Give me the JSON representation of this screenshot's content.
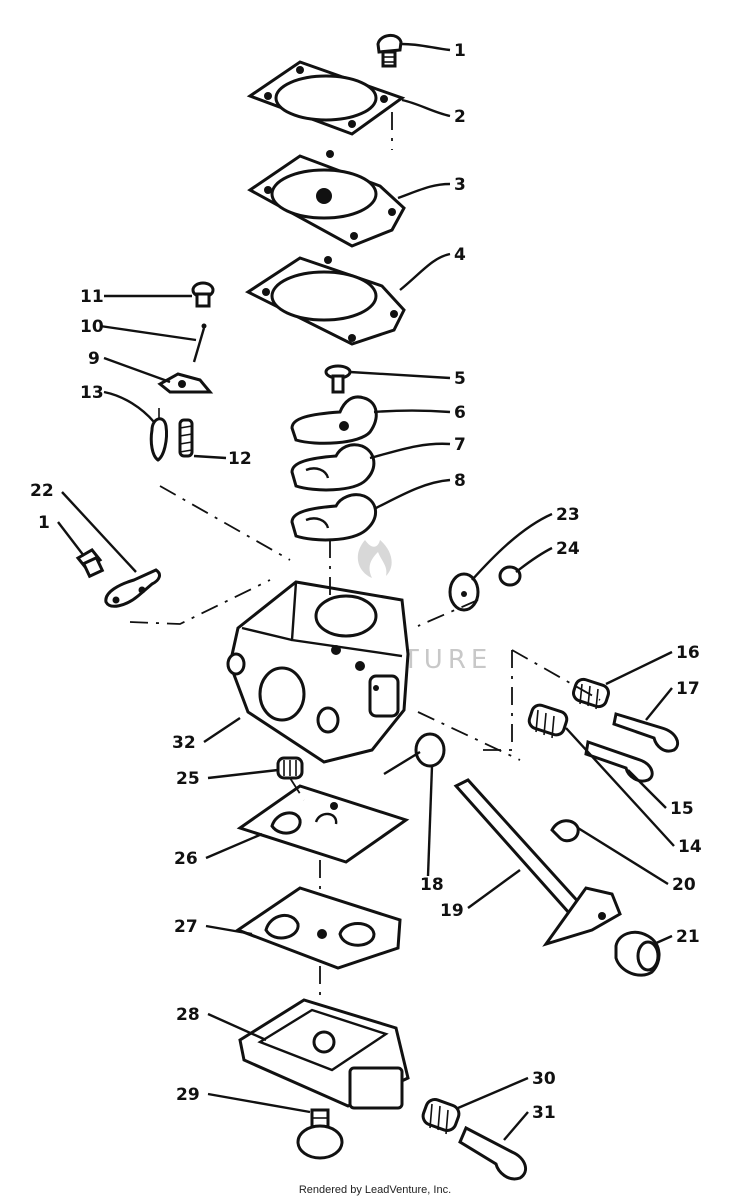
{
  "diagram": {
    "callouts": [
      "1",
      "2",
      "3",
      "4",
      "5",
      "6",
      "7",
      "8",
      "9",
      "10",
      "11",
      "12",
      "13",
      "22",
      "1",
      "23",
      "24",
      "16",
      "17",
      "15",
      "14",
      "20",
      "21",
      "32",
      "25",
      "18",
      "19",
      "26",
      "27",
      "28",
      "29",
      "30",
      "31"
    ],
    "watermark": "LEADVENTURE",
    "footer": "Rendered by LeadVenture, Inc."
  }
}
